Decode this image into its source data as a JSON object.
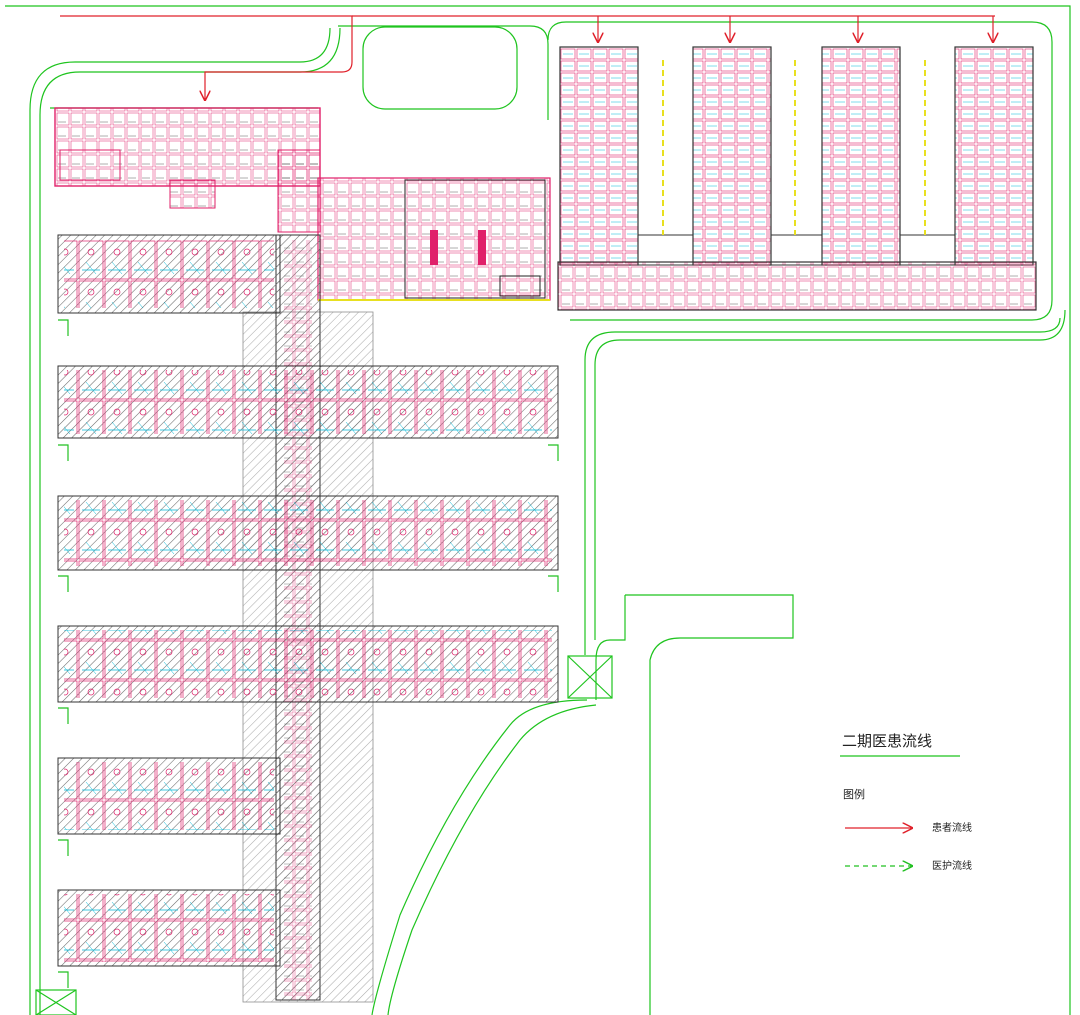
{
  "legend": {
    "title": "二期医患流线",
    "subtitle": "图例",
    "patient_label": "患者流线",
    "staff_label": "医护流线"
  },
  "colors": {
    "road": "#1fc41f",
    "patient_flow": "#e0202a",
    "staff_flow": "#22c022",
    "wall": "#e0206a",
    "hatch": "#555555",
    "fixture": "#00b8d8",
    "accent": "#e8e020"
  }
}
